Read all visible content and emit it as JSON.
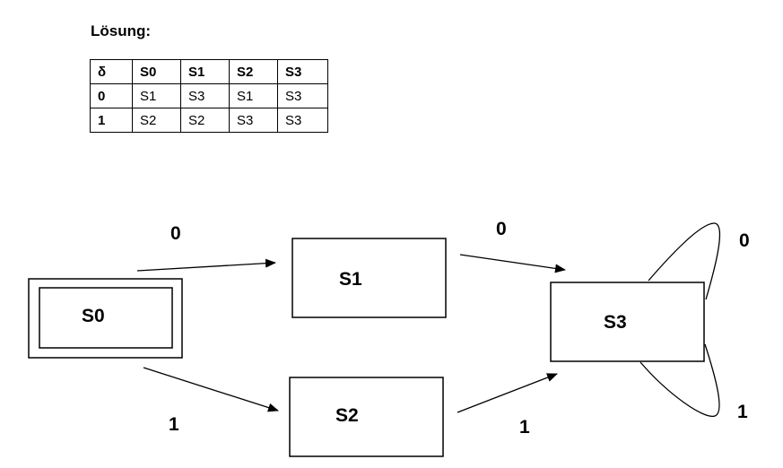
{
  "heading": "Lösung:",
  "table": {
    "header": [
      "δ",
      "S0",
      "S1",
      "S2",
      "S3"
    ],
    "rows": [
      [
        "0",
        "S1",
        "S3",
        "S1",
        "S3"
      ],
      [
        "1",
        "S2",
        "S2",
        "S3",
        "S3"
      ]
    ]
  },
  "diagram": {
    "states": {
      "s0": "S0",
      "s1": "S1",
      "s2": "S2",
      "s3": "S3"
    },
    "transitions": {
      "s0_s1": "0",
      "s0_s2": "1",
      "s1_s3": "0",
      "s2_s3": "1",
      "s3_loop_0": "0",
      "s3_loop_1": "1"
    }
  }
}
